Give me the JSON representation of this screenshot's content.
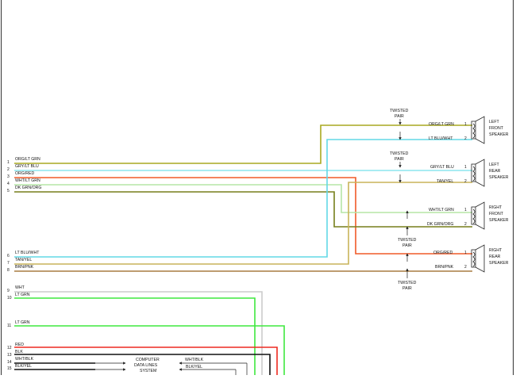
{
  "colors": {
    "org_lt_grn": "#a9a920",
    "gry_lt_blu": "#8ce6ee",
    "org_red": "#f05a28",
    "wht_lt_grn": "#b6e6a6",
    "dk_grn_org": "#767e1a",
    "lt_blu_wht": "#62d8e6",
    "tan_yel": "#c8b45a",
    "brn_pnk": "#a87b40",
    "wht": "#cccccc",
    "lt_grn": "#3fe83f",
    "red": "#ee2a20",
    "blk": "#111111"
  },
  "connector": [
    {
      "pin": "1",
      "label": "ORG/LT GRN"
    },
    {
      "pin": "2",
      "label": "GRY/LT BLU"
    },
    {
      "pin": "3",
      "label": "ORG/RED"
    },
    {
      "pin": "4",
      "label": "WHT/LT GRN"
    },
    {
      "pin": "5",
      "label": "DK GRN/ORG"
    },
    {
      "pin": "6",
      "label": "LT BLU/WHT"
    },
    {
      "pin": "7",
      "label": "TAN/YEL"
    },
    {
      "pin": "8",
      "label": "BRN/PNK"
    },
    {
      "pin": "9",
      "label": "WHT"
    },
    {
      "pin": "10",
      "label": "LT GRN"
    },
    {
      "pin": "11",
      "label": "LT GRN"
    },
    {
      "pin": "12",
      "label": "RED"
    },
    {
      "pin": "13",
      "label": "BLK"
    },
    {
      "pin": "14",
      "label": "WHT/BLK"
    },
    {
      "pin": "15",
      "label": "BLK/YEL"
    }
  ],
  "twisted_pair": [
    "TWISTED",
    "PAIR"
  ],
  "speakers": [
    {
      "name": [
        "LEFT",
        "FRONT",
        "SPEAKER"
      ],
      "wires": [
        {
          "pin": "1",
          "label": "ORG/LT GRN"
        },
        {
          "pin": "2",
          "label": "LT BLU/WHT"
        }
      ]
    },
    {
      "name": [
        "LEFT",
        "REAR",
        "SPEAKER"
      ],
      "wires": [
        {
          "pin": "1",
          "label": "GRY/LT BLU"
        },
        {
          "pin": "2",
          "label": "TAN/YEL"
        }
      ]
    },
    {
      "name": [
        "RIGHT",
        "FRONT",
        "SPEAKER"
      ],
      "wires": [
        {
          "pin": "1",
          "label": "WHT/LT GRN"
        },
        {
          "pin": "2",
          "label": "DK GRN/ORG"
        }
      ]
    },
    {
      "name": [
        "RIGHT",
        "REAR",
        "SPEAKER"
      ],
      "wires": [
        {
          "pin": "1",
          "label": "ORG/RED"
        },
        {
          "pin": "2",
          "label": "BRN/PNK"
        }
      ]
    }
  ],
  "computer_data": {
    "label": [
      "COMPUTER",
      "DATA LINES",
      "SYSTEM"
    ],
    "wire_labels": [
      "WHT/BLK",
      "BLK/YEL"
    ]
  }
}
